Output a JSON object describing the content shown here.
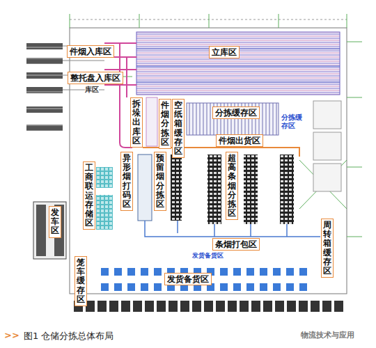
{
  "diagram": {
    "caption": "图1 仓储分拣总体布局",
    "nodes": [
      {
        "text": [
          "件烟入库区"
        ]
      },
      {
        "text": [
          "立库区"
        ]
      },
      {
        "text": [
          "整托盘入库区"
        ]
      },
      {
        "text": [
          "拆垛出库区"
        ]
      },
      {
        "text": [
          "件烟分拣区"
        ]
      },
      {
        "text": [
          "空纸箱缓存区"
        ]
      },
      {
        "text": [
          "分拣缓存区"
        ]
      },
      {
        "text": [
          "件烟出货区"
        ]
      },
      {
        "text": [
          "异形烟打码区"
        ]
      },
      {
        "text": [
          "工商联运存储区"
        ]
      },
      {
        "text": [
          "预留烟分拣区"
        ]
      },
      {
        "text": [
          "超高条烟分拣区"
        ]
      },
      {
        "text": [
          "发车区"
        ]
      },
      {
        "text": [
          "条烟打包区"
        ]
      },
      {
        "text": [
          "周转箱缓存区"
        ]
      },
      {
        "text": [
          "笼车缓存区"
        ]
      },
      {
        "text": [
          "发货备货区"
        ]
      }
    ],
    "labels": [
      "库区",
      "分拣缓存区",
      "发货备货区",
      ">>",
      "物流技术与应用"
    ]
  }
}
